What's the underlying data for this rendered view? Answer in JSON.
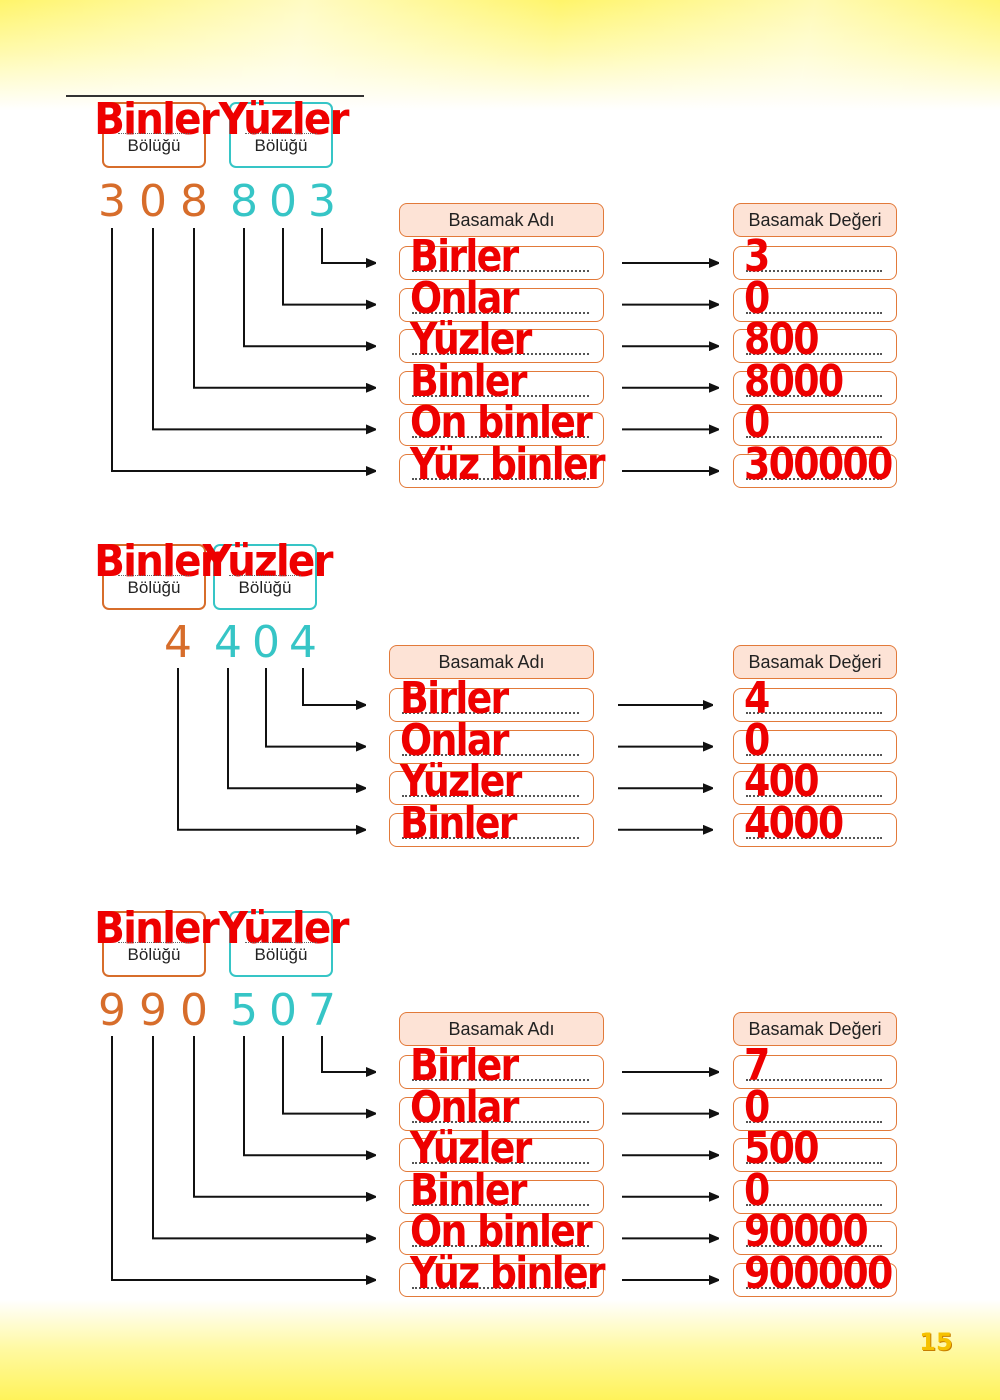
{
  "page_number": "15",
  "headers": {
    "name": "Basamak Adı",
    "value": "Basamak Değeri"
  },
  "group_labels": {
    "thousands_big": "Binler",
    "hundreds_big": "Yüzler",
    "small": "Bölüğü"
  },
  "exercises": [
    {
      "thousands_digits": [
        "3",
        "0",
        "8"
      ],
      "hundreds_digits": [
        "8",
        "0",
        "3"
      ],
      "rows": [
        {
          "name": "Birler",
          "value": "3"
        },
        {
          "name": "Onlar",
          "value": "0"
        },
        {
          "name": "Yüzler",
          "value": "800"
        },
        {
          "name": "Binler",
          "value": "8000"
        },
        {
          "name": "On binler",
          "value": "0"
        },
        {
          "name": "Yüz binler",
          "value": "300000"
        }
      ]
    },
    {
      "thousands_digits": [
        "4"
      ],
      "hundreds_digits": [
        "4",
        "0",
        "4"
      ],
      "rows": [
        {
          "name": "Birler",
          "value": "4"
        },
        {
          "name": "Onlar",
          "value": "0"
        },
        {
          "name": "Yüzler",
          "value": "400"
        },
        {
          "name": "Binler",
          "value": "4000"
        }
      ]
    },
    {
      "thousands_digits": [
        "9",
        "9",
        "0"
      ],
      "hundreds_digits": [
        "5",
        "0",
        "7"
      ],
      "rows": [
        {
          "name": "Birler",
          "value": "7"
        },
        {
          "name": "Onlar",
          "value": "0"
        },
        {
          "name": "Yüzler",
          "value": "500"
        },
        {
          "name": "Binler",
          "value": "0"
        },
        {
          "name": "On binler",
          "value": "90000"
        },
        {
          "name": "Yüz binler",
          "value": "900000"
        }
      ]
    }
  ]
}
